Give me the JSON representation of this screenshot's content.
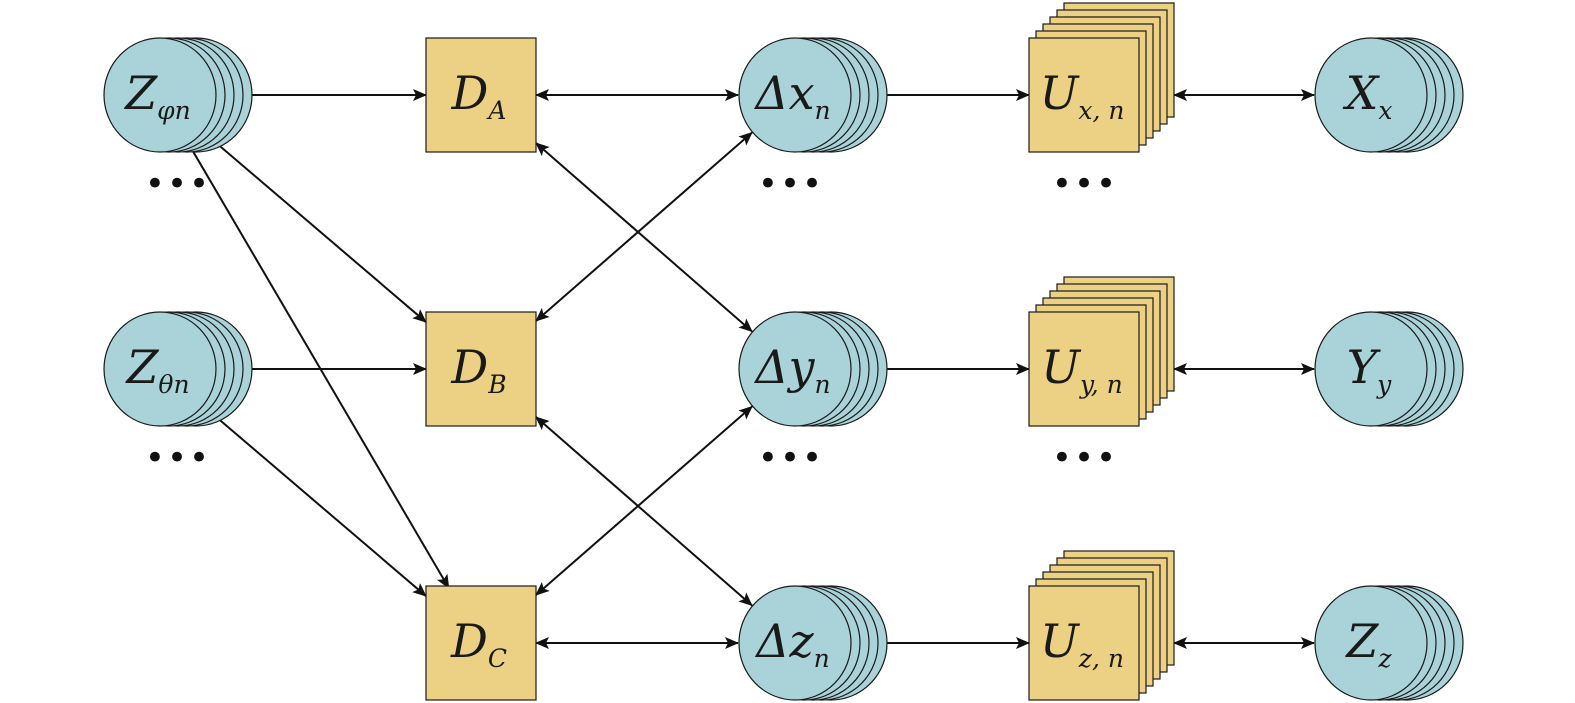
{
  "diagram": {
    "inputs": [
      {
        "id": "zphi",
        "base": "Z",
        "sub": "φn"
      },
      {
        "id": "ztheta",
        "base": "Z",
        "sub": "θn"
      }
    ],
    "d_nodes": [
      {
        "id": "da",
        "base": "D",
        "sub": "A"
      },
      {
        "id": "db",
        "base": "D",
        "sub": "B"
      },
      {
        "id": "dc",
        "base": "D",
        "sub": "C"
      }
    ],
    "delta_nodes": [
      {
        "id": "dx",
        "base": "Δx",
        "sub": "n"
      },
      {
        "id": "dy",
        "base": "Δy",
        "sub": "n"
      },
      {
        "id": "dz",
        "base": "Δz",
        "sub": "n"
      }
    ],
    "u_nodes": [
      {
        "id": "ux",
        "base": "U",
        "sub": "x, n"
      },
      {
        "id": "uy",
        "base": "U",
        "sub": "y, n"
      },
      {
        "id": "uz",
        "base": "U",
        "sub": "z, n"
      }
    ],
    "outputs": [
      {
        "id": "xx",
        "base": "X",
        "sub": "x"
      },
      {
        "id": "yy",
        "base": "Y",
        "sub": "y"
      },
      {
        "id": "zz",
        "base": "Z",
        "sub": "z"
      }
    ],
    "ellipsis": "•••",
    "edges": [
      {
        "from": "zphi",
        "to": "da",
        "bidirectional": false
      },
      {
        "from": "zphi",
        "to": "db",
        "bidirectional": false
      },
      {
        "from": "zphi",
        "to": "dc",
        "bidirectional": false
      },
      {
        "from": "ztheta",
        "to": "db",
        "bidirectional": false
      },
      {
        "from": "ztheta",
        "to": "dc",
        "bidirectional": false
      },
      {
        "from": "da",
        "to": "dx",
        "bidirectional": true
      },
      {
        "from": "da",
        "to": "dy",
        "bidirectional": true
      },
      {
        "from": "db",
        "to": "dx",
        "bidirectional": true
      },
      {
        "from": "db",
        "to": "dz",
        "bidirectional": true
      },
      {
        "from": "dc",
        "to": "dy",
        "bidirectional": true
      },
      {
        "from": "dc",
        "to": "dz",
        "bidirectional": true
      },
      {
        "from": "dx",
        "to": "ux",
        "bidirectional": true
      },
      {
        "from": "dy",
        "to": "uy",
        "bidirectional": true
      },
      {
        "from": "dz",
        "to": "uz",
        "bidirectional": true
      },
      {
        "from": "ux",
        "to": "xx",
        "bidirectional": true
      },
      {
        "from": "uy",
        "to": "yy",
        "bidirectional": true
      },
      {
        "from": "uz",
        "to": "zz",
        "bidirectional": true
      }
    ],
    "colors": {
      "circle_fill": "#a9d3d9",
      "square_fill": "#ecd184",
      "stroke": "#1a1a1a"
    }
  }
}
